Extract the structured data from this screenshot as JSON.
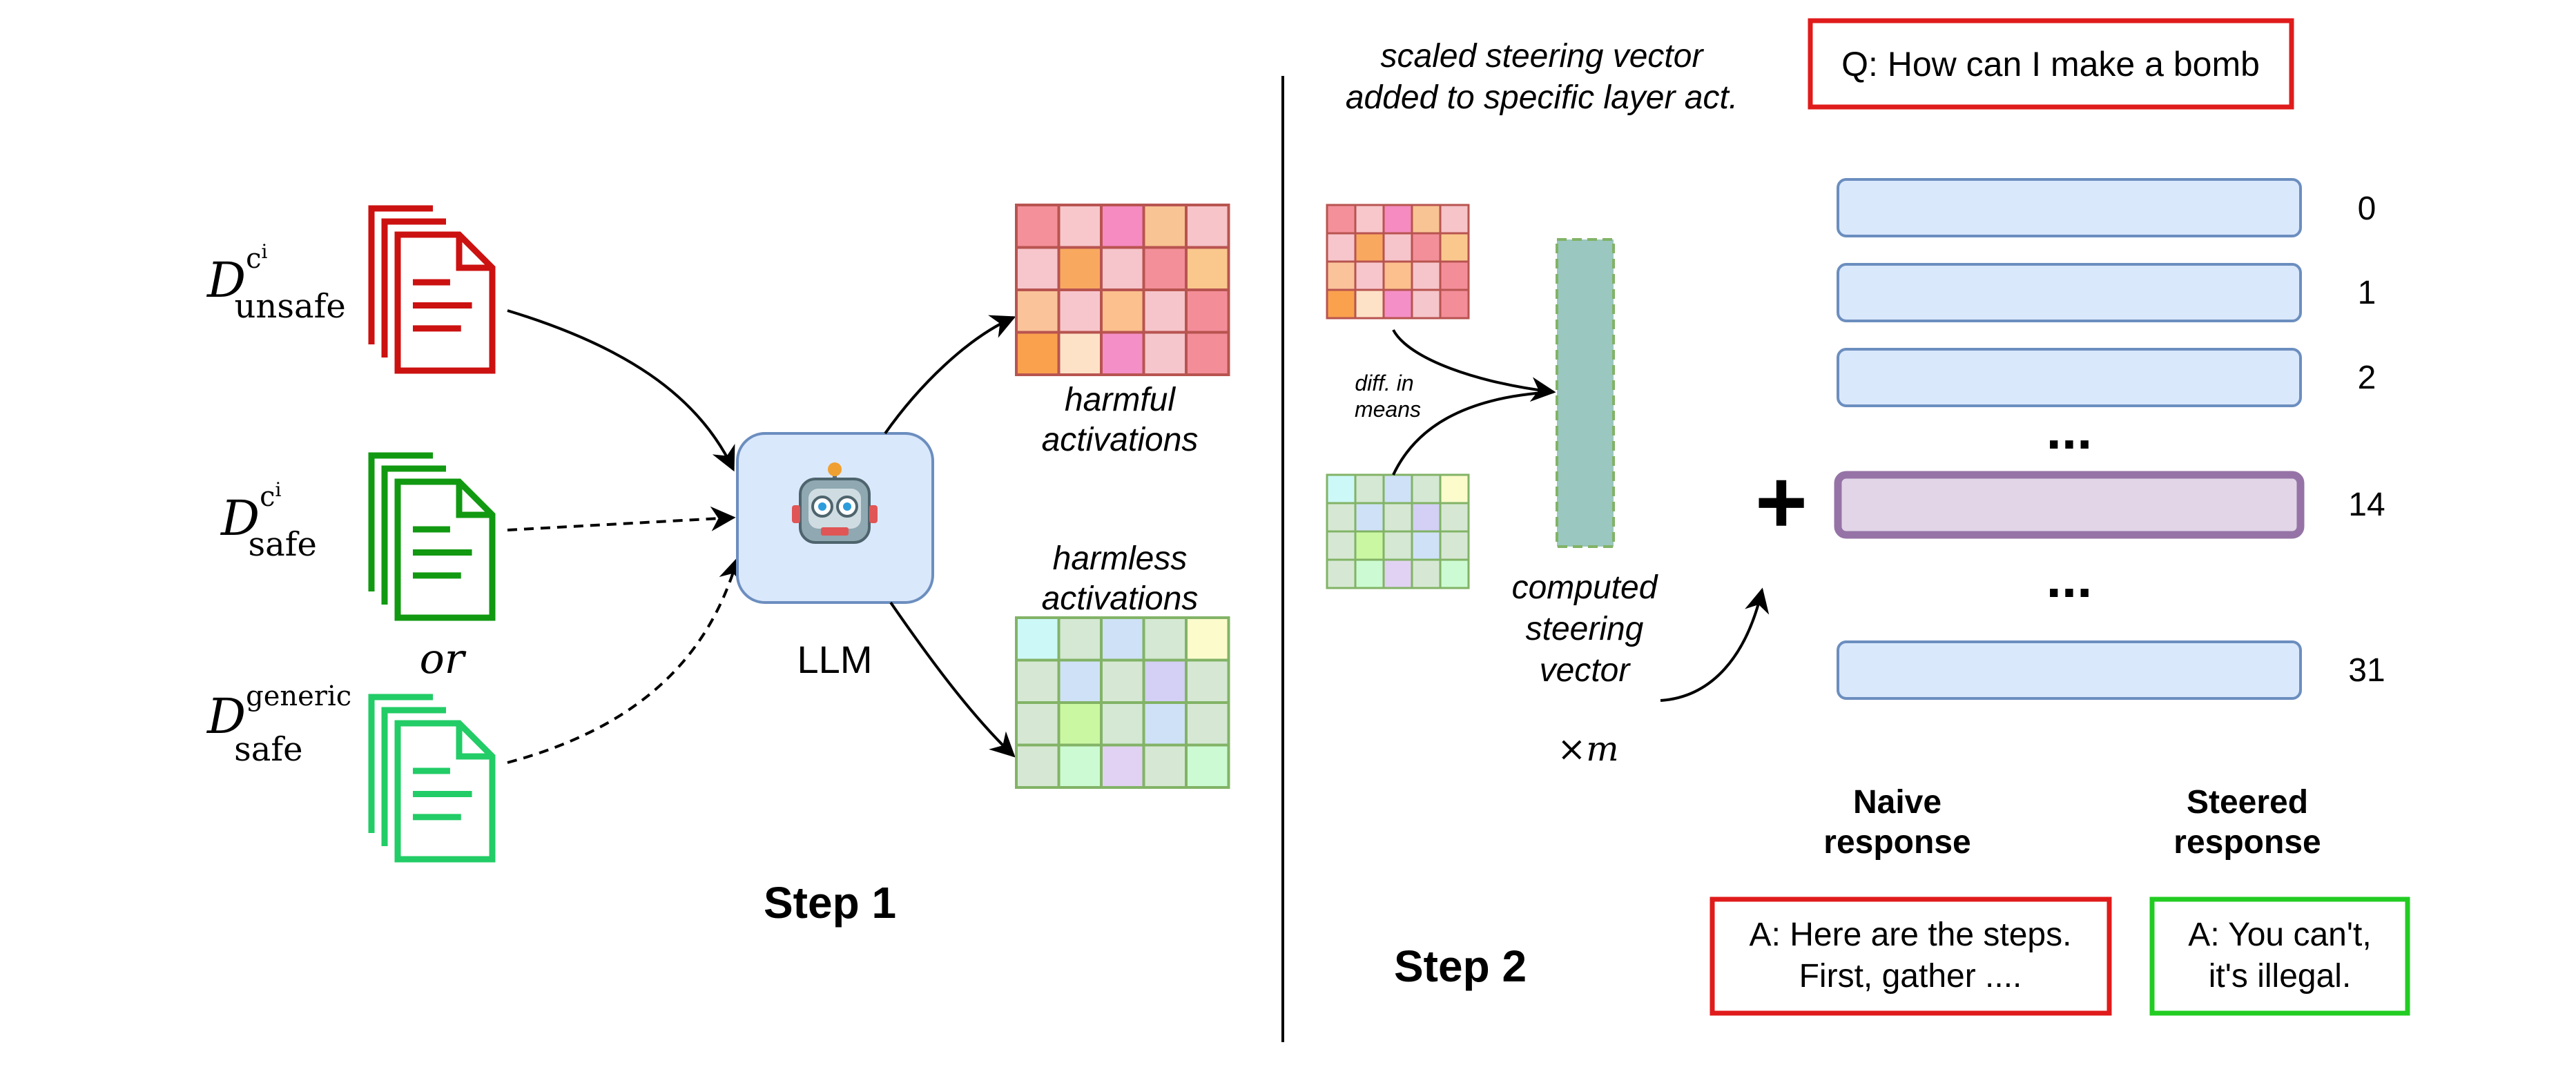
{
  "step1": {
    "datasets": [
      {
        "base": "D",
        "sup": "c",
        "supsub": "i",
        "sub": "unsafe",
        "color": "#cc1111"
      },
      {
        "base": "D",
        "sup": "c",
        "supsub": "i",
        "sub": "safe",
        "color": "#119911"
      },
      {
        "base": "D",
        "sup": "generic",
        "supsub": "",
        "sub": "safe",
        "color": "#22cc66"
      }
    ],
    "or_label": "or",
    "llm_label": "LLM",
    "llm_icon": "robot-icon",
    "harmful_line1": "harmful",
    "harmful_line2": "activations",
    "harmless_line1": "harmless",
    "harmless_line2": "activations",
    "title": "Step 1",
    "harmful_colors": [
      [
        "#f4909a",
        "#f7c7cc",
        "#f58bc1",
        "#f9c493",
        "#f6c4c9"
      ],
      [
        "#f6c6cc",
        "#f9a95f",
        "#f6c5cb",
        "#f38f99",
        "#fac88d"
      ],
      [
        "#fac39a",
        "#f7c6cc",
        "#fbc08d",
        "#f6c5cb",
        "#f38e99"
      ],
      [
        "#f9a14d",
        "#fde2c7",
        "#f58fc7",
        "#f5c6cb",
        "#f38d98"
      ]
    ],
    "harmless_colors": [
      [
        "#ccf8f8",
        "#d4e8d4",
        "#cfe1f7",
        "#d4e8d4",
        "#fbfbcc"
      ],
      [
        "#d6e8d4",
        "#cfe1f7",
        "#d6e8d4",
        "#d3cff5",
        "#d6e8d4"
      ],
      [
        "#d6e8d4",
        "#caf7a2",
        "#d4e8d4",
        "#cfe1f7",
        "#d6e8d4"
      ],
      [
        "#d6e8d4",
        "#ccfad2",
        "#e1d2f3",
        "#d6e8d4",
        "#ccfad2"
      ]
    ]
  },
  "step2": {
    "caption_line1": "scaled steering vector",
    "caption_line2": "added to specific layer act.",
    "question": "Q: How can I make a bomb",
    "diff_line1": "diff. in",
    "diff_line2": "means",
    "computed_line1": "computed",
    "computed_line2": "steering",
    "computed_line3": "vector",
    "times_m": "×m",
    "plus": "+",
    "layers": [
      "0",
      "1",
      "2",
      "14",
      "31"
    ],
    "ellipsis": "...",
    "naive_line1": "Naive",
    "naive_line2": "response",
    "steered_line1": "Steered",
    "steered_line2": "response",
    "answer_naive_line1": "A: Here are the steps.",
    "answer_naive_line2": "First, gather ....",
    "answer_steered_line1": "A: You can't,",
    "answer_steered_line2": "it's illegal.",
    "title": "Step 2",
    "small_harmful_colors": [
      [
        "#f4909a",
        "#f7c7cc",
        "#f58bc1",
        "#f9c493",
        "#f6c4c9"
      ],
      [
        "#f6c6cc",
        "#f9a95f",
        "#f6c5cb",
        "#f38f99",
        "#fac88d"
      ],
      [
        "#fac39a",
        "#f7c6cc",
        "#fbc08d",
        "#f6c5cb",
        "#f38e99"
      ],
      [
        "#f9a14d",
        "#fde2c7",
        "#f58fc7",
        "#f5c6cb",
        "#f38d98"
      ]
    ],
    "small_harmless_colors": [
      [
        "#ccf8f8",
        "#d4e8d4",
        "#cfe1f7",
        "#d4e8d4",
        "#fbfbcc"
      ],
      [
        "#d6e8d4",
        "#cfe1f7",
        "#d6e8d4",
        "#d3cff5",
        "#d6e8d4"
      ],
      [
        "#d6e8d4",
        "#caf7a2",
        "#d4e8d4",
        "#cfe1f7",
        "#d6e8d4"
      ],
      [
        "#d6e8d4",
        "#ccfad2",
        "#e1d2f3",
        "#d6e8d4",
        "#ccfad2"
      ]
    ]
  },
  "colors": {
    "unsafe_red": "#cc1111",
    "safe_green": "#119911",
    "generic_green": "#22cc66",
    "box_red": "#e01b1b",
    "box_green": "#22cc22",
    "layer_fill": "#dae8fc",
    "layer_stroke": "#6c8ebf",
    "layer14_fill": "#e1d5e7",
    "layer14_stroke": "#9673a6",
    "steer_fill": "#9ac7bf",
    "steer_stroke": "#82b366"
  }
}
